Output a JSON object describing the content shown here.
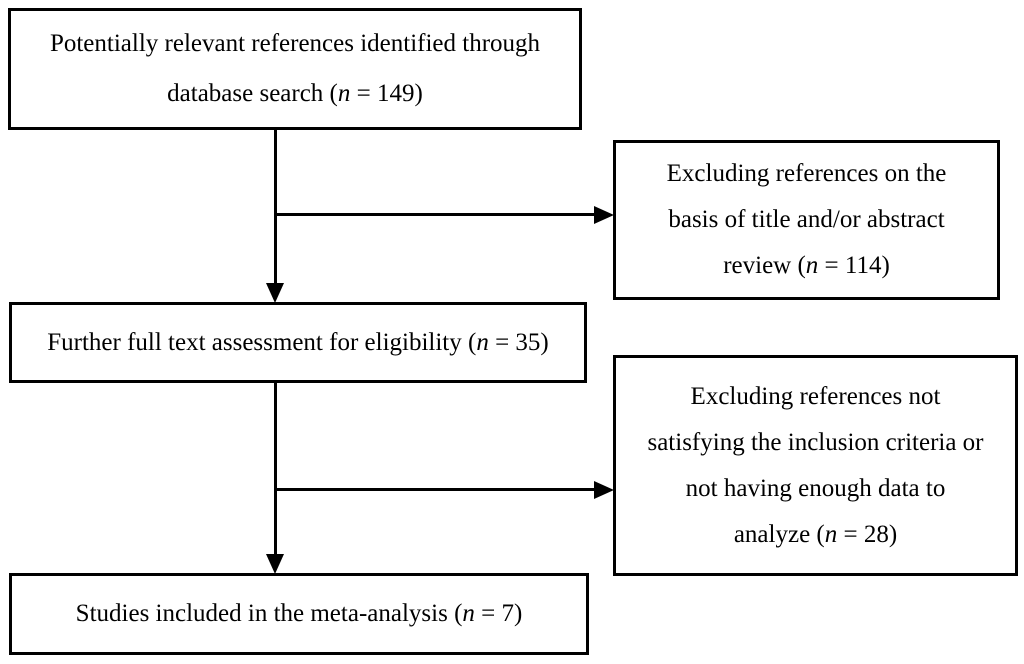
{
  "figure": {
    "type": "study-selection-flow-diagram",
    "boxes": {
      "identified": {
        "line1": "Potentially relevant references identified through",
        "line2_pre": "database search (",
        "line2_n": "n",
        "line2_post": " = 149)"
      },
      "excluded_abstract": {
        "line1": "Excluding references on the",
        "line2": "basis of title and/or abstract",
        "line3_pre": "review (",
        "line3_n": "n",
        "line3_post": " = 114)"
      },
      "full_text": {
        "line1_pre": "Further full text assessment for eligibility (",
        "line1_n": "n",
        "line1_post": " = 35)"
      },
      "excluded_criteria": {
        "line1": "Excluding references not",
        "line2": "satisfying the inclusion criteria or",
        "line3": "not having enough data to",
        "line4_pre": "analyze (",
        "line4_n": "n",
        "line4_post": " = 28)"
      },
      "included": {
        "line1_pre": "Studies included in the meta-analysis (",
        "line1_n": "n",
        "line1_post": " = 7)"
      }
    },
    "counts": {
      "identified": 149,
      "excluded_title_abstract": 114,
      "full_text_assessed": 35,
      "excluded_criteria_or_data": 28,
      "included_meta_analysis": 7
    },
    "colors": {
      "background": "#ffffff",
      "line": "#000000",
      "text": "#000000"
    }
  }
}
